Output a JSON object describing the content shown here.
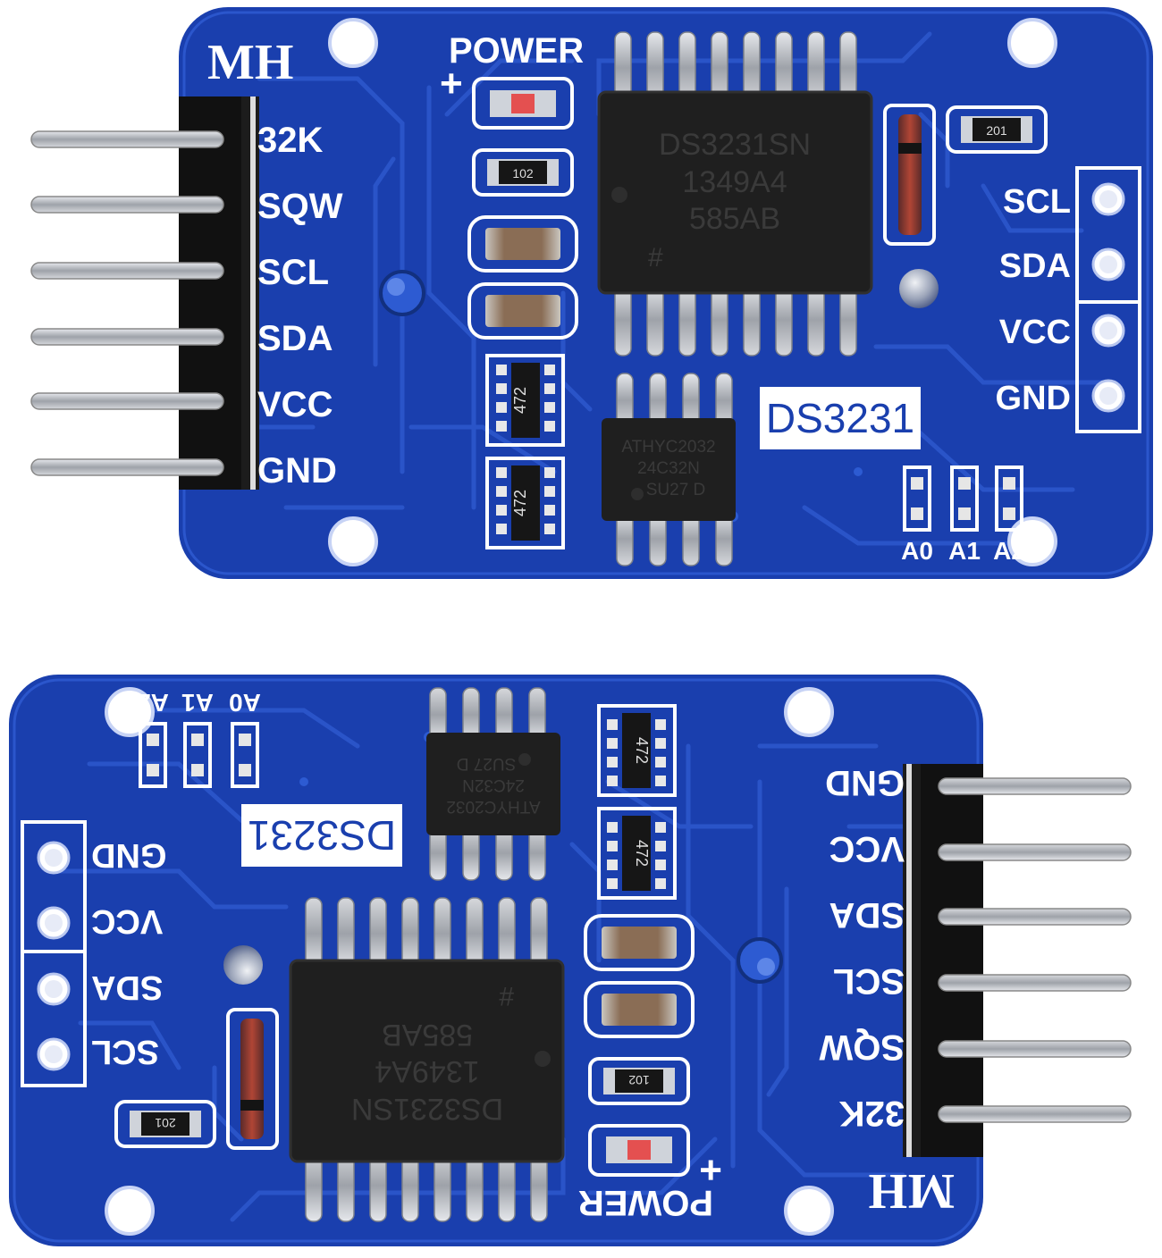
{
  "colors": {
    "pcb": "#1a3fae",
    "pcb_dark": "#142f86",
    "trace": "#2b56cc",
    "silkscreen": "#ffffff",
    "chip": "#1f1f1f",
    "pin_metal": "#b9bcc2",
    "header_plastic": "#111111"
  },
  "top_board": {
    "brand": "MH",
    "power_label": "POWER",
    "power_plus": "+",
    "main_chip": {
      "line1": "DS3231SN",
      "line2": "1349A4",
      "line3": "585AB",
      "mark": "#"
    },
    "eeprom_chip": {
      "line1": "ATHYC2032",
      "line2": "24C32N",
      "line3": "SU27 D"
    },
    "module_label": "DS3231",
    "left_pins": [
      "32K",
      "SQW",
      "SCL",
      "SDA",
      "VCC",
      "GND"
    ],
    "right_pins": [
      "SCL",
      "SDA",
      "VCC",
      "GND"
    ],
    "address_pads": [
      "A0",
      "A1",
      "A2"
    ],
    "resistor_codes": {
      "r1": "102",
      "r2": "201",
      "array1": "472",
      "array2": "472"
    }
  },
  "bottom_board": {
    "brand": "MH",
    "power_label": "POWER",
    "power_plus": "+",
    "main_chip": {
      "line1": "DS3231SN",
      "line2": "1349A4",
      "line3": "585AB",
      "mark": "#"
    },
    "eeprom_chip": {
      "line1": "ATHYC2032",
      "line2": "24C32N",
      "line3": "SU27 D"
    },
    "module_label": "DS3231",
    "left_pins": [
      "32K",
      "SQW",
      "SCL",
      "SDA",
      "VCC",
      "GND"
    ],
    "right_pins": [
      "SCL",
      "SDA",
      "VCC",
      "GND"
    ],
    "address_pads": [
      "A0",
      "A1",
      "A2"
    ],
    "resistor_codes": {
      "r1": "102",
      "r2": "201",
      "array1": "472",
      "array2": "472"
    }
  }
}
